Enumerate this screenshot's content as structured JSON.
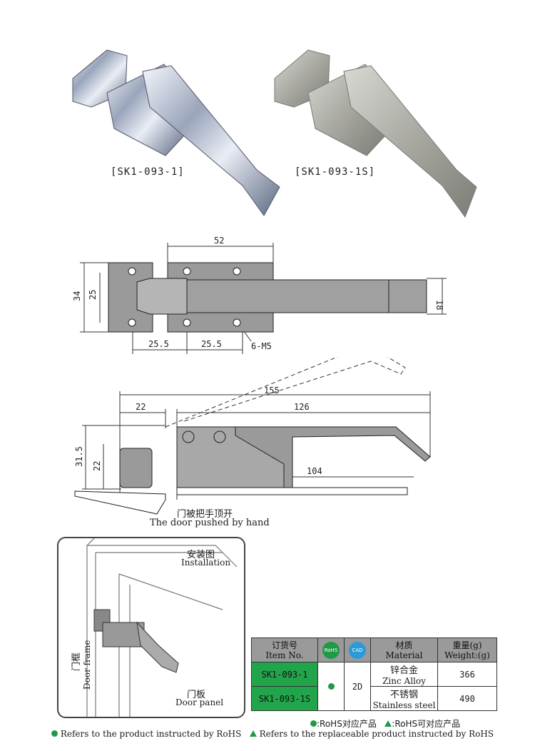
{
  "products": {
    "chrome_label": "[SK1-093-1]",
    "satin_label": "[SK1-093-1S]"
  },
  "top_view": {
    "dim_width_52": "52",
    "dim_height_34": "34",
    "dim_height_25": "25",
    "dim_handle_18": "18",
    "dim_spacing_1": "25.5",
    "dim_spacing_2": "25.5",
    "screw_note": "6-M5"
  },
  "side_view": {
    "dim_total_155": "155",
    "dim_22_top": "22",
    "dim_126": "126",
    "dim_31_5": "31.5",
    "dim_22_side": "22",
    "dim_104": "104",
    "note_cn": "门被把手顶开",
    "note_en": "The door pushed by hand"
  },
  "installation": {
    "title_cn": "安装图",
    "title_en": "Installation",
    "frame_cn": "门框",
    "frame_en": "Door frame",
    "panel_cn": "门板",
    "panel_en": "Door panel"
  },
  "table": {
    "headers": {
      "item_cn": "订货号",
      "item_en": "Item No.",
      "rohs": "RoHS",
      "cad": "CAD",
      "material_cn": "材质",
      "material_en": "Material",
      "weight_cn": "重量(g)",
      "weight_en": "Weight:(g)"
    },
    "rows": [
      {
        "item": "SK1-093-1",
        "material_cn": "锌合金",
        "material_en": "Zinc Alloy",
        "weight": "366"
      },
      {
        "item": "SK1-093-1S",
        "material_cn": "不锈钢",
        "material_en": "Stainless steel",
        "weight": "490"
      }
    ],
    "cad_value": "2D"
  },
  "legend": {
    "line1_a": ":RoHS对应产品",
    "line1_b": ":RoHS可对应产品",
    "line2_a": "Refers to the product instructed by RoHS",
    "line2_b": "Refers to the replaceable product instructed by RoHS"
  },
  "colors": {
    "rohs_green": "#1f9a47",
    "table_header": "#9a9a9a",
    "cad_blue": "#2d9ad8"
  }
}
